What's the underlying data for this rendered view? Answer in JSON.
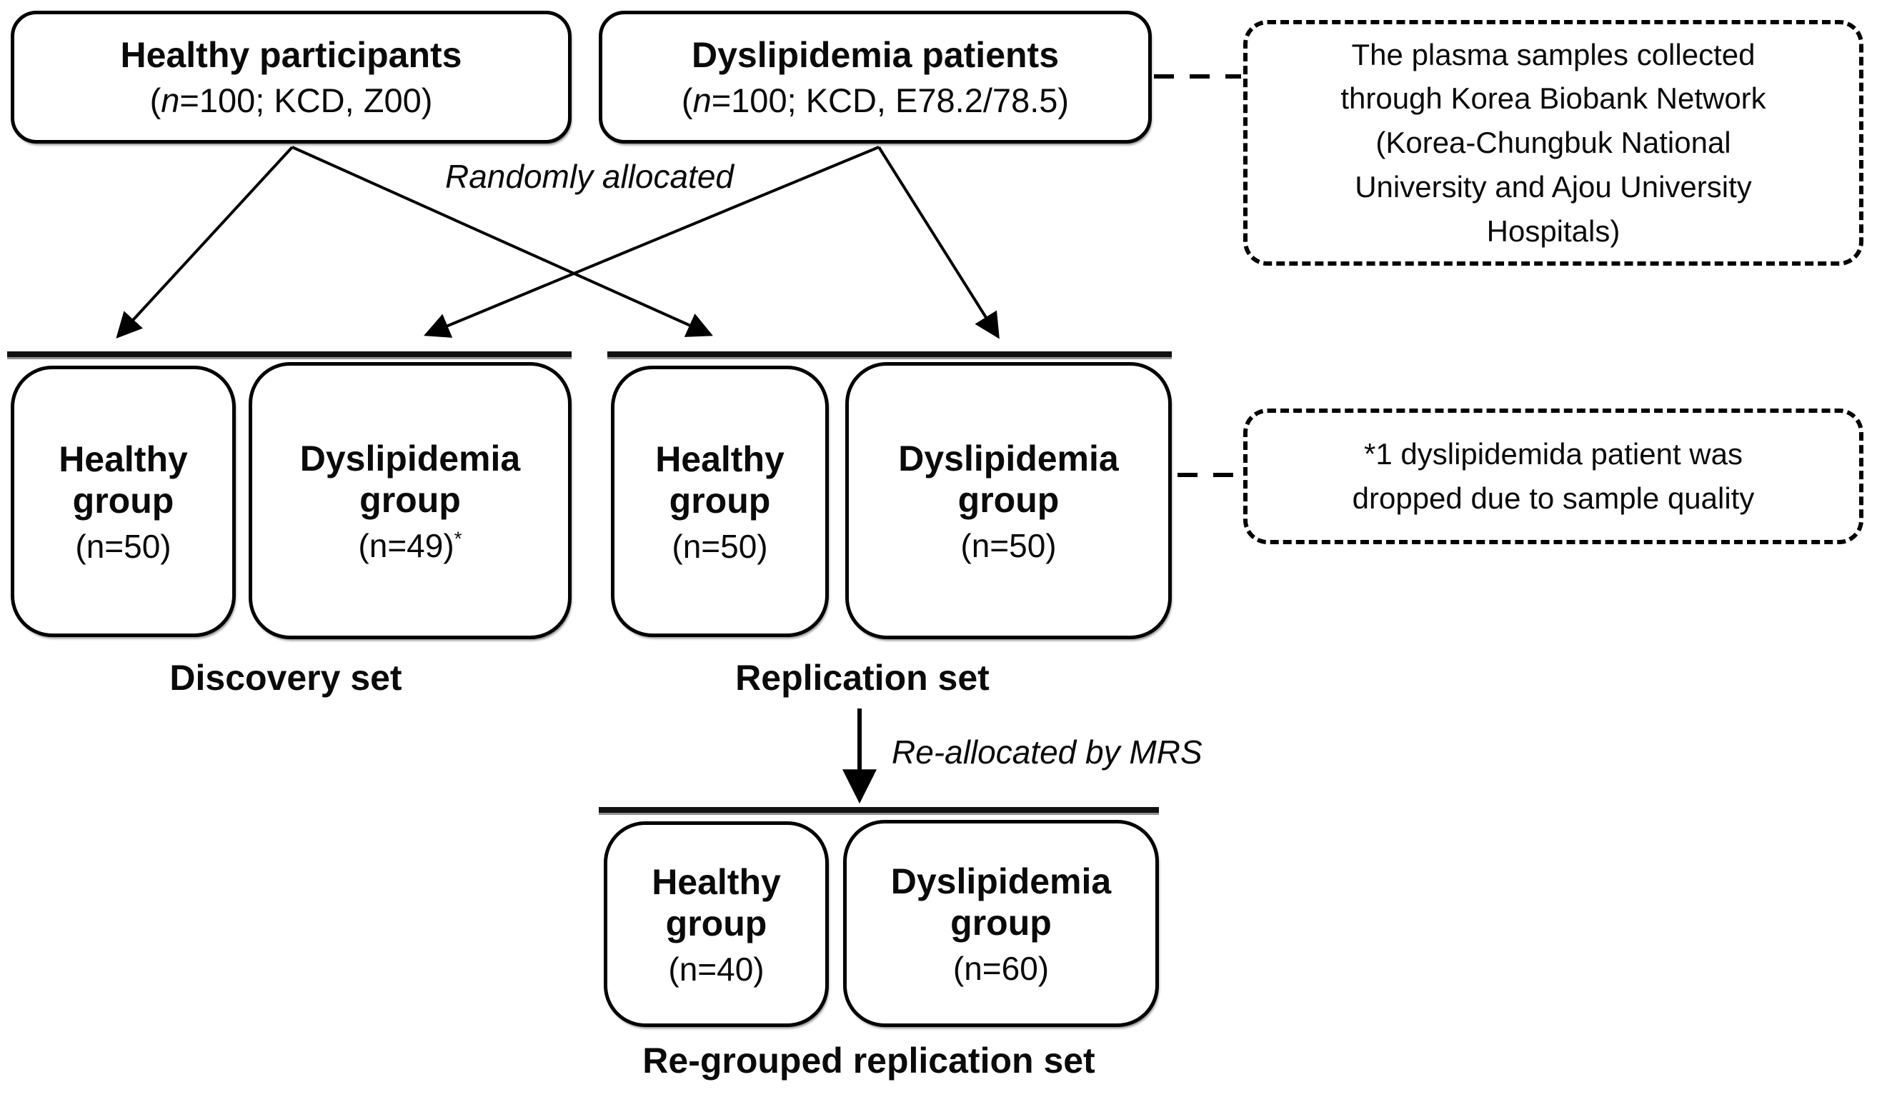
{
  "colors": {
    "ink": "#000000",
    "background": "#ffffff"
  },
  "diagram": {
    "top_boxes": [
      {
        "title": "Healthy participants",
        "sub_pre": "(",
        "sub_italic": "n",
        "sub_post": "=100; KCD, Z00)"
      },
      {
        "title": "Dyslipidemia patients",
        "sub_pre": "(",
        "sub_italic": "n",
        "sub_post": "=100; KCD, E78.2/78.5)"
      }
    ],
    "annotations": {
      "randomly_allocated": "Randomly allocated",
      "reallocated_by_mrs": "Re-allocated by MRS"
    },
    "side_notes": [
      {
        "lines": [
          "The plasma samples collected",
          "through Korea Biobank Network",
          "(Korea-Chungbuk National",
          "University and Ajou University",
          "Hospitals)"
        ]
      },
      {
        "lines": [
          "*1 dyslipidemida patient was",
          "dropped due to sample quality"
        ]
      }
    ],
    "discovery": {
      "label": "Discovery set",
      "groups": [
        {
          "title": "Healthy group",
          "count": "(n=50)",
          "sup": ""
        },
        {
          "title": "Dyslipidemia group",
          "count": "(n=49)",
          "sup": "*"
        }
      ]
    },
    "replication": {
      "label": "Replication set",
      "groups": [
        {
          "title": "Healthy group",
          "count": "(n=50)",
          "sup": ""
        },
        {
          "title": "Dyslipidemia group",
          "count": "(n=50)",
          "sup": ""
        }
      ]
    },
    "regrouped": {
      "label": "Re-grouped replication set",
      "groups": [
        {
          "title": "Healthy group",
          "count": "(n=40)",
          "sup": ""
        },
        {
          "title": "Dyslipidemia group",
          "count": "(n=60)",
          "sup": ""
        }
      ]
    }
  }
}
